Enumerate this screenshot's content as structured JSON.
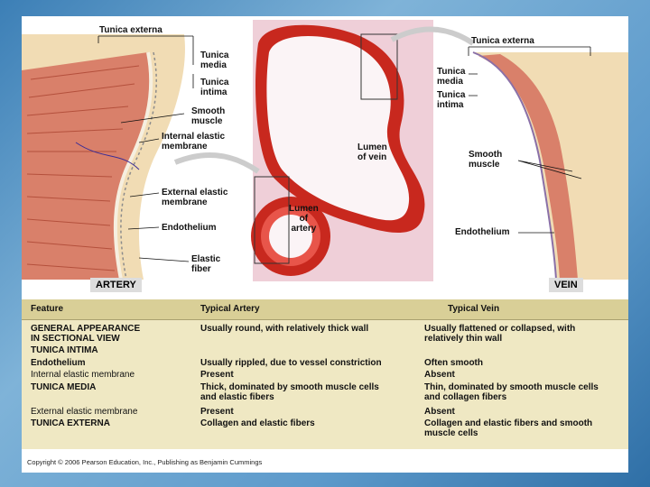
{
  "figure": {
    "artery_caption": "ARTERY",
    "vein_caption": "VEIN",
    "artery_labels": {
      "tunica_externa": "Tunica externa",
      "tunica_media": "Tunica\nmedia",
      "tunica_intima": "Tunica\nintima",
      "smooth_muscle": "Smooth\nmuscle",
      "internal_elastic": "Internal elastic\nmembrane",
      "external_elastic": "External elastic\nmembrane",
      "endothelium": "Endothelium",
      "elastic_fiber": "Elastic\nfiber"
    },
    "center_labels": {
      "lumen_vein": "Lumen\nof vein",
      "lumen_artery": "Lumen\nof\nartery"
    },
    "vein_labels": {
      "tunica_externa": "Tunica externa",
      "tunica_media": "Tunica\nmedia",
      "tunica_intima": "Tunica\nintima",
      "smooth_muscle": "Smooth\nmuscle",
      "endothelium": "Endothelium"
    },
    "colors": {
      "muscle": "#d9806a",
      "externa": "#f1dcb4",
      "lumen_red": "#c8281e",
      "tissue": "#efcfd8"
    }
  },
  "table": {
    "headers": {
      "feature": "Feature",
      "artery": "Typical Artery",
      "vein": "Typical Vein"
    },
    "rows": [
      {
        "feature": "GENERAL APPEARANCE\n IN SECTIONAL VIEW",
        "bold": true,
        "artery": "Usually round, with relatively thick wall",
        "vein": "Usually flattened or collapsed, with\n  relatively thin wall"
      },
      {
        "feature": "TUNICA INTIMA",
        "bold": true,
        "artery": "",
        "vein": ""
      },
      {
        "feature": " Endothelium",
        "bold": true,
        "artery": "Usually rippled, due to vessel constriction",
        "vein": "Often smooth"
      },
      {
        "feature": " Internal elastic membrane",
        "bold": false,
        "artery": "Present",
        "vein": "Absent"
      },
      {
        "feature": "TUNICA MEDIA",
        "bold": true,
        "artery": "Thick, dominated by smooth muscle cells\n  and elastic fibers",
        "vein": "Thin, dominated by smooth muscle cells\n  and collagen fibers"
      },
      {
        "feature": " External elastic membrane",
        "bold": false,
        "artery": "Present",
        "vein": "Absent"
      },
      {
        "feature": "TUNICA EXTERNA",
        "bold": true,
        "artery": "Collagen and elastic fibers",
        "vein": "Collagen and elastic fibers and smooth\n  muscle cells"
      }
    ]
  },
  "copyright": "Copyright © 2006 Pearson Education, Inc., Publishing as Benjamin Cummings"
}
